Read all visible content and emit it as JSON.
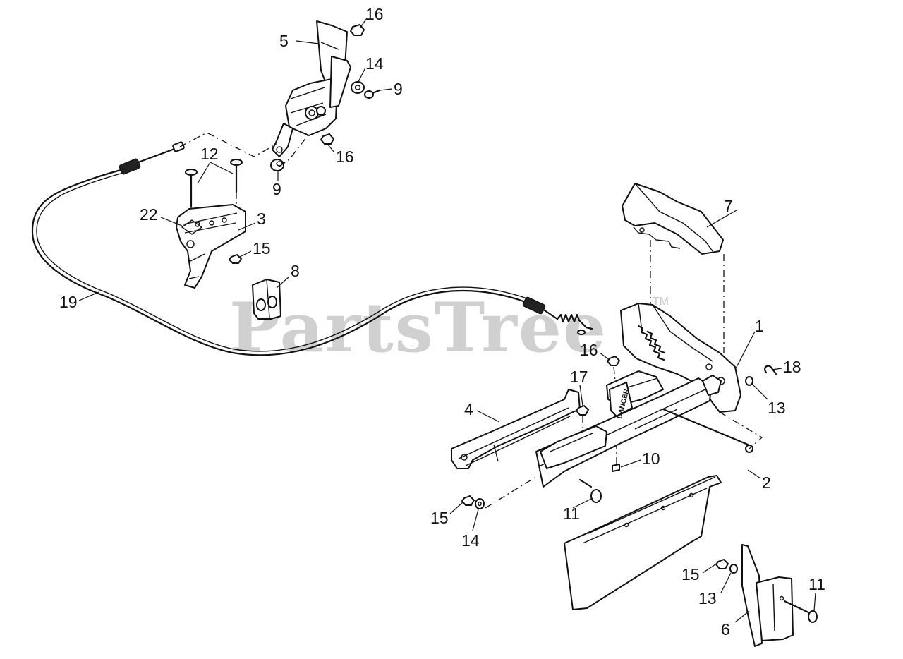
{
  "watermark": {
    "text": "PartsTree",
    "trademark": "TM"
  },
  "decal_text": "DANGER",
  "callouts": [
    {
      "id": "c-16-top",
      "label": "16"
    },
    {
      "id": "c-5",
      "label": "5"
    },
    {
      "id": "c-14-top",
      "label": "14"
    },
    {
      "id": "c-9-top",
      "label": "9"
    },
    {
      "id": "c-16-mid",
      "label": "16"
    },
    {
      "id": "c-9-mid",
      "label": "9"
    },
    {
      "id": "c-12",
      "label": "12"
    },
    {
      "id": "c-22",
      "label": "22"
    },
    {
      "id": "c-3",
      "label": "3"
    },
    {
      "id": "c-15-left",
      "label": "15"
    },
    {
      "id": "c-8",
      "label": "8"
    },
    {
      "id": "c-19",
      "label": "19"
    },
    {
      "id": "c-7",
      "label": "7"
    },
    {
      "id": "c-1",
      "label": "1"
    },
    {
      "id": "c-16-right",
      "label": "16"
    },
    {
      "id": "c-18",
      "label": "18"
    },
    {
      "id": "c-13-right",
      "label": "13"
    },
    {
      "id": "c-17",
      "label": "17"
    },
    {
      "id": "c-4",
      "label": "4"
    },
    {
      "id": "c-10",
      "label": "10"
    },
    {
      "id": "c-2",
      "label": "2"
    },
    {
      "id": "c-11-mid",
      "label": "11"
    },
    {
      "id": "c-15-low",
      "label": "15"
    },
    {
      "id": "c-14-low",
      "label": "14"
    },
    {
      "id": "c-15-br",
      "label": "15"
    },
    {
      "id": "c-13-br",
      "label": "13"
    },
    {
      "id": "c-11-br",
      "label": "11"
    },
    {
      "id": "c-6",
      "label": "6"
    }
  ]
}
